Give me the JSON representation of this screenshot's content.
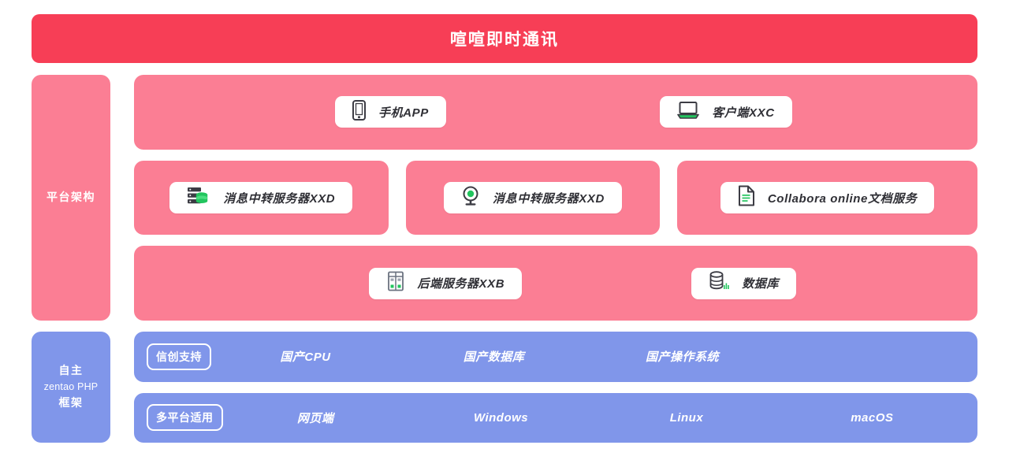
{
  "header": {
    "title": "喧喧即时通讯",
    "bg_color": "#F73E56",
    "text_color": "#FFFFFF"
  },
  "colors": {
    "pink": "#FB7E94",
    "blue": "#8096EA",
    "red": "#F73E56",
    "icon_green": "#22C55E",
    "icon_dark": "#3C3C44",
    "pill_bg": "#FFFFFF"
  },
  "sidebar": {
    "platform": {
      "label": "平台架构"
    },
    "framework": {
      "line1": "自主",
      "line2": "zentao PHP",
      "line3": "框架"
    }
  },
  "platform": {
    "row1": {
      "items": [
        {
          "label": "手机APP",
          "icon": "mobile-phone-icon"
        },
        {
          "label": "客户端XXC",
          "icon": "laptop-icon"
        }
      ]
    },
    "row2": {
      "items": [
        {
          "label": "消息中转服务器XXD",
          "icon": "server-rack-database-icon"
        },
        {
          "label": "消息中转服务器XXD",
          "icon": "webcam-icon"
        },
        {
          "label": "Collabora online文档服务",
          "icon": "document-icon"
        }
      ]
    },
    "row3": {
      "items": [
        {
          "label": "后端服务器XXB",
          "icon": "server-tower-icon"
        },
        {
          "label": "数据库",
          "icon": "database-icon"
        }
      ]
    }
  },
  "bottom": {
    "rows": [
      {
        "tag": "信创支持",
        "items": [
          "国产CPU",
          "国产数据库",
          "国产操作系统",
          ""
        ]
      },
      {
        "tag": "多平台适用",
        "items": [
          "网页端",
          "Windows",
          "Linux",
          "macOS"
        ]
      }
    ]
  }
}
